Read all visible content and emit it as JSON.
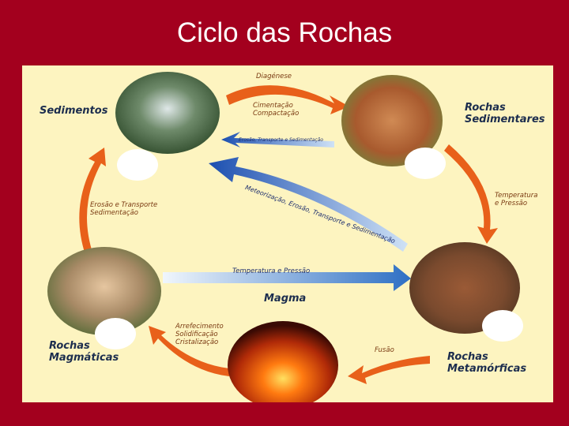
{
  "slide": {
    "title": "Ciclo das Rochas"
  },
  "nodes": {
    "sedimentos": "Sedimentos",
    "rochas_sedimentares": "Rochas\nSedimentares",
    "rochas_metamorficas": "Rochas\nMetamórficas",
    "magma": "Magma",
    "rochas_magmaticas": "Rochas\nMagmáticas"
  },
  "processes": {
    "diagenese": "Diagénese",
    "cimentacao": "Cimentação\nCompactação",
    "erosao_small": "Erosão, Transporte e Sedimentação",
    "big_arrow": "Meteorização, Erosão, Transporte e Sedimentação",
    "temperatura_pressao_right": "Temperatura\ne Pressão",
    "temperatura_pressao_mid": "Temperatura e Pressão",
    "fusao": "Fusão",
    "arrefecimento": "Arrefecimento\nSolidificação\nCristalização",
    "erosao_left": "Erosão e Transporte\nSedimentação"
  },
  "colors": {
    "background": "#a3001e",
    "panel": "#fdf4c0",
    "orange_arrow": "#e8601a",
    "blue_arrow": "#2d6fc4"
  }
}
